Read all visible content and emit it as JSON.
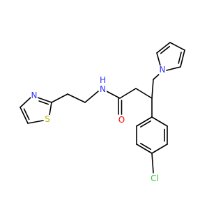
{
  "molecule": {
    "colors": {
      "bond": "#000000",
      "N": "#3333ff",
      "O": "#ff0000",
      "S": "#b8b800",
      "Cl": "#33cc33",
      "background": "#ffffff"
    },
    "labels": {
      "thiazole_n": "N",
      "thiazole_s": "S",
      "amide_nh": "N",
      "amide_h": "H",
      "carbonyl_o": "O",
      "pyrrole_n": "N",
      "chlorine": "Cl"
    }
  }
}
